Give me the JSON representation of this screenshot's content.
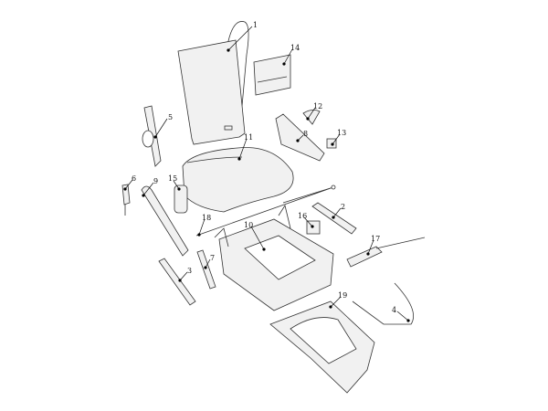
{
  "diagram": {
    "type": "exploded parts diagram (seat assembly)",
    "callouts": [
      {
        "id": "1",
        "label": "1"
      },
      {
        "id": "2",
        "label": "2"
      },
      {
        "id": "3",
        "label": "3"
      },
      {
        "id": "4",
        "label": "4"
      },
      {
        "id": "5",
        "label": "5"
      },
      {
        "id": "6",
        "label": "6"
      },
      {
        "id": "7",
        "label": "7"
      },
      {
        "id": "8",
        "label": "8"
      },
      {
        "id": "9",
        "label": "9"
      },
      {
        "id": "10",
        "label": "10"
      },
      {
        "id": "11",
        "label": "11"
      },
      {
        "id": "12",
        "label": "12"
      },
      {
        "id": "13",
        "label": "13"
      },
      {
        "id": "14",
        "label": "14"
      },
      {
        "id": "15",
        "label": "15"
      },
      {
        "id": "16",
        "label": "16"
      },
      {
        "id": "17",
        "label": "17"
      },
      {
        "id": "18",
        "label": "18"
      },
      {
        "id": "19",
        "label": "19"
      }
    ]
  },
  "colors": {
    "line": "#333333",
    "fill": "#f1f1f1"
  }
}
